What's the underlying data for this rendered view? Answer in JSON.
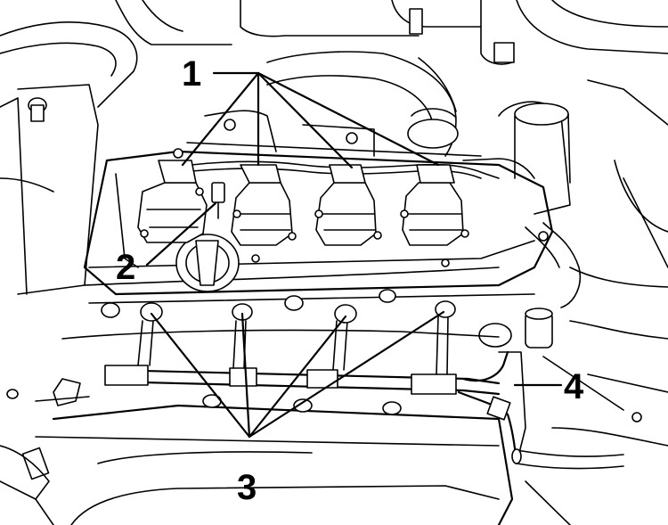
{
  "callouts": [
    {
      "id": "1",
      "label": "1"
    },
    {
      "id": "2",
      "label": "2"
    },
    {
      "id": "3",
      "label": "3"
    },
    {
      "id": "4",
      "label": "4"
    }
  ],
  "colors": {
    "ink": "#000000",
    "paper": "#ffffff"
  }
}
